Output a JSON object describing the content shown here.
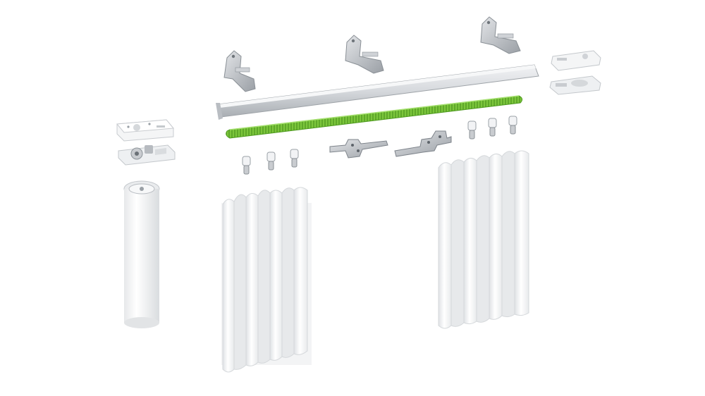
{
  "image": {
    "subject": "curtain-motor-track-kit-exploded-view",
    "background": "#ffffff"
  },
  "colors": {
    "belt": "#7cc63c",
    "belt_dark": "#4e9a1f",
    "rail": "#c9ccd0",
    "rail_light": "#eef0f2",
    "metal": "#a9adb2",
    "plastic": "#f4f5f6",
    "curtain": "#fbfbfb",
    "curtain_shade": "#e2e4e6"
  },
  "parts": [
    "motor-cap",
    "motor-gear-base",
    "motor-tube",
    "mounting-bracket",
    "aluminium-rail",
    "drive-belt",
    "end-cap",
    "master-carrier",
    "glider",
    "curtain-panel"
  ]
}
